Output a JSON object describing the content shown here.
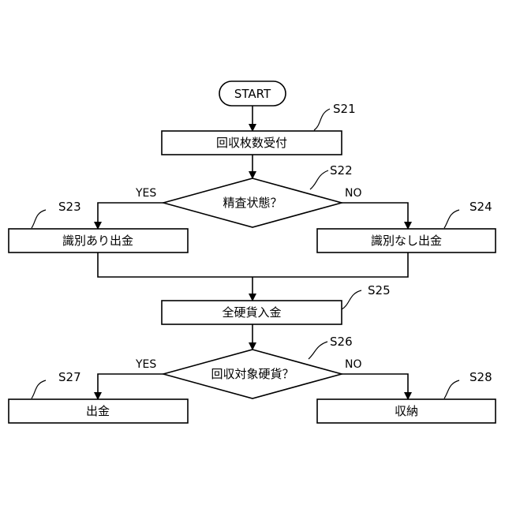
{
  "start": "START",
  "steps": {
    "s21": {
      "id": "S21",
      "text": "回収枚数受付"
    },
    "s22": {
      "id": "S22",
      "text": "精査状態？"
    },
    "s23": {
      "id": "S23",
      "text": "識別あり出金"
    },
    "s24": {
      "id": "S24",
      "text": "識別なし出金"
    },
    "s25": {
      "id": "S25",
      "text": "全硬貨入金"
    },
    "s26": {
      "id": "S26",
      "text": "回収対象硬貨？"
    },
    "s27": {
      "id": "S27",
      "text": "出金"
    },
    "s28": {
      "id": "S28",
      "text": "収納"
    }
  },
  "branches": {
    "s22_yes": "YES",
    "s22_no": "NO",
    "s26_yes": "YES",
    "s26_no": "NO"
  },
  "colors": {
    "stroke": "#000000",
    "fill": "#ffffff"
  }
}
